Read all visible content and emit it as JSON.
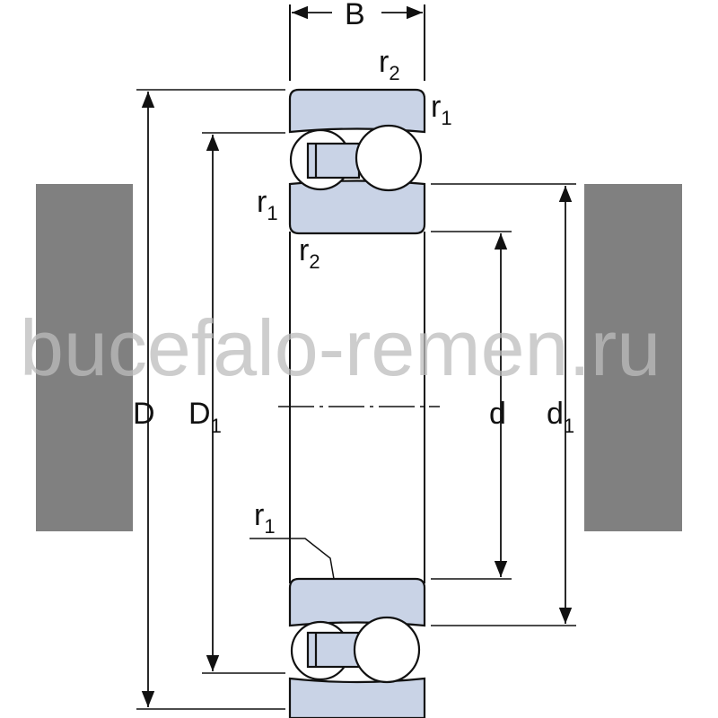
{
  "labels": {
    "B": "B",
    "D": "D",
    "D1_main": "D",
    "D1_sub": "1",
    "d": "d",
    "d1_main": "d",
    "d1_sub": "1",
    "r1": "r",
    "r1_sub": "1",
    "r2": "r",
    "r2_sub": "2"
  },
  "watermark": "bucefalo-remen.ru",
  "colors": {
    "ring_fill": "#c9d3e6",
    "housing": "#808080",
    "line": "#111111"
  }
}
